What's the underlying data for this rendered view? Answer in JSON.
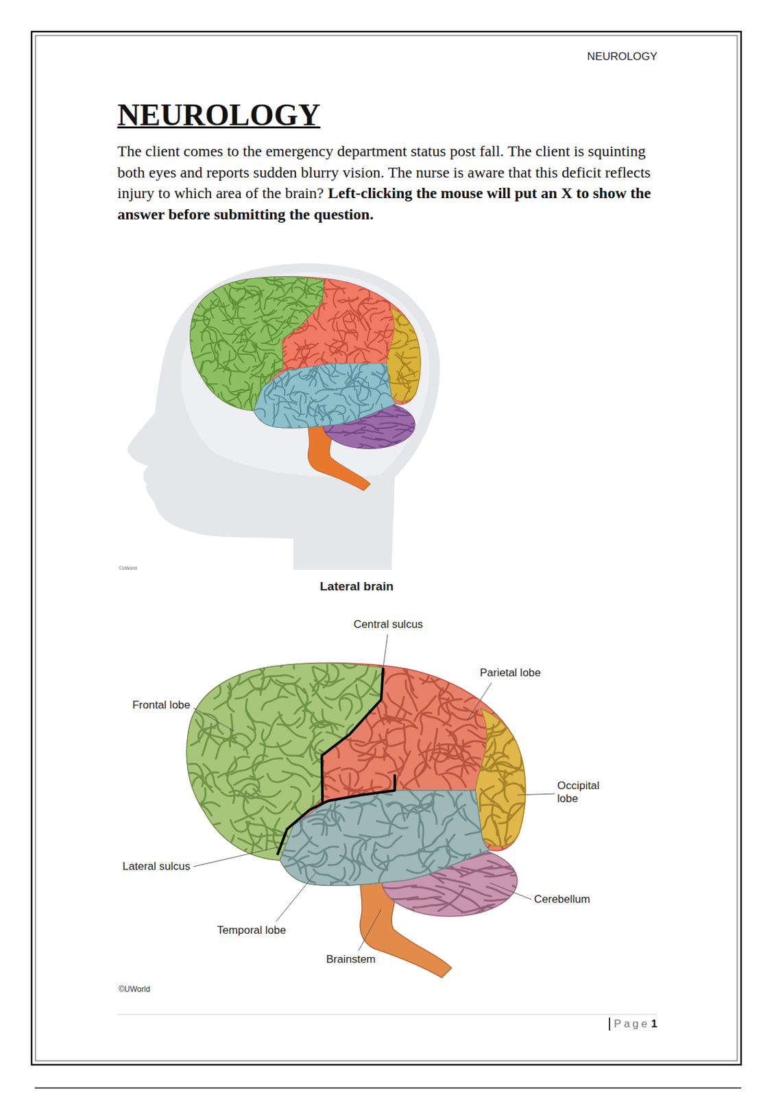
{
  "diagram": {
    "title": "NEUROLOGY",
    "caption": "Lateral brain",
    "labels": [
      "NEUROLOGY",
      "The client comes to the emergency department status post fall. The client is squinting both eyes and reports sudden blurry vision. The nurse is aware that this deficit reflects injury to which area of the brain?",
      "Left-clicking the mouse will put an X to show the answer before submitting the question.",
      "©UWorld",
      "Central sulcus",
      "Parietal lobe",
      "Frontal lobe",
      "Occipital lobe",
      "Lateral sulcus",
      "Cerebellum",
      "Temporal lobe",
      "Brainstem",
      "©UWorld",
      "Page",
      "1"
    ]
  }
}
